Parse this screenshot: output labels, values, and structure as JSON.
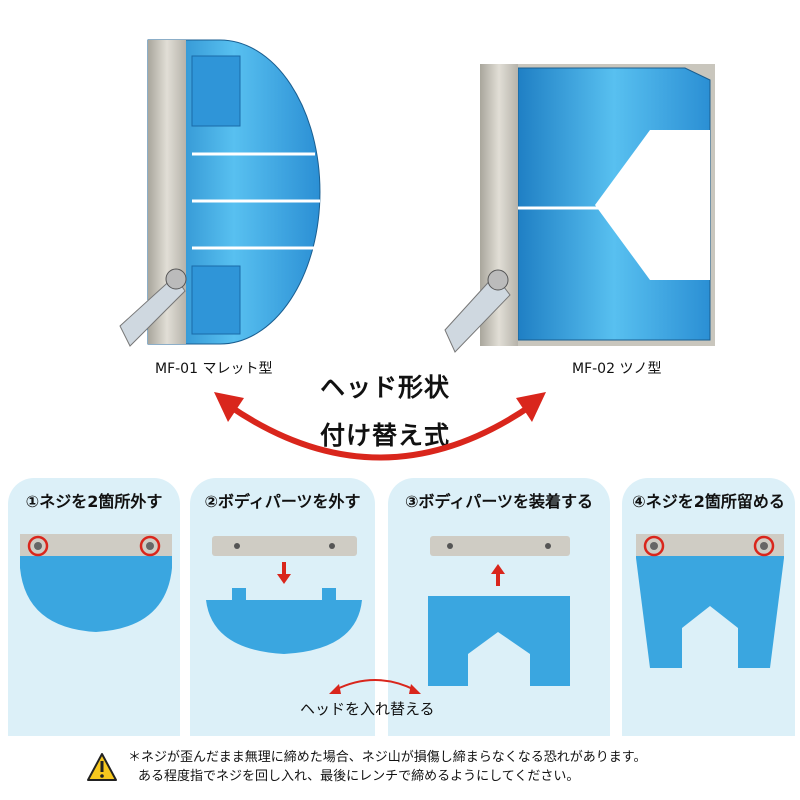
{
  "heads": [
    {
      "label": "MF-01 マレット型"
    },
    {
      "label": "MF-02 ツノ型"
    }
  ],
  "center": {
    "line1": "ヘッド形状",
    "line2": "付け替え式"
  },
  "steps": [
    {
      "title": "①ネジを2箇所外す"
    },
    {
      "title": "②ボディパーツを外す"
    },
    {
      "title": "③ボディパーツを装着する"
    },
    {
      "title": "④ネジを2箇所留める"
    }
  ],
  "swap_label": "ヘッドを入れ替える",
  "warning": {
    "icon": "warning-triangle-icon",
    "line1": "＊ネジが歪んだまま無理に締めた場合、ネジ山が損傷し締まらなくなる恐れがあります。",
    "line2": "ある程度指でネジを回し入れ、最後にレンチで締めるようにしてください。"
  },
  "colors": {
    "accent_red": "#d9261c",
    "head_blue": "#3aa6e0",
    "panel_bg": "#dcf0f8",
    "silver": "#c9c6bd"
  }
}
